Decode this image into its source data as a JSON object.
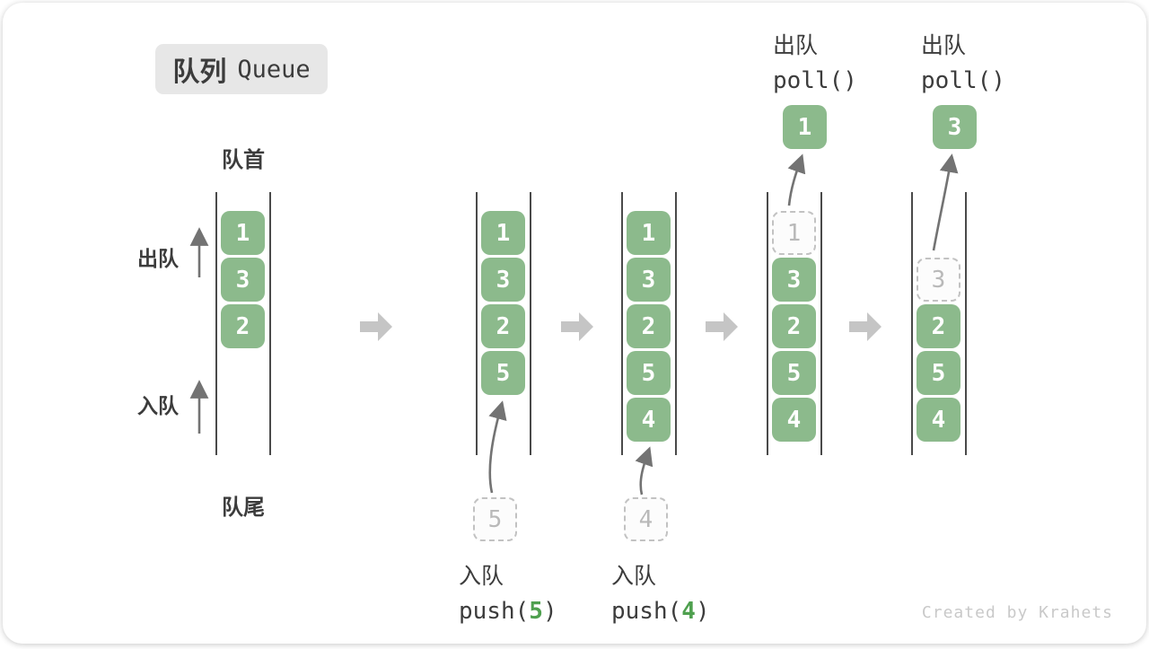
{
  "badge": {
    "zh": "队列",
    "en": "Queue"
  },
  "labels": {
    "front": "队首",
    "rear": "队尾",
    "dequeue_side": "出队",
    "enqueue_side": "入队"
  },
  "columns": [
    {
      "name": "state-initial",
      "slots": [
        {
          "value": "1",
          "style": "solid",
          "row": 0
        },
        {
          "value": "3",
          "style": "solid",
          "row": 1
        },
        {
          "value": "2",
          "style": "solid",
          "row": 2
        }
      ]
    },
    {
      "name": "state-after-push-5",
      "slots": [
        {
          "value": "1",
          "style": "solid",
          "row": 0
        },
        {
          "value": "3",
          "style": "solid",
          "row": 1
        },
        {
          "value": "2",
          "style": "solid",
          "row": 2
        },
        {
          "value": "5",
          "style": "solid",
          "row": 3
        }
      ]
    },
    {
      "name": "state-after-push-4",
      "slots": [
        {
          "value": "1",
          "style": "solid",
          "row": 0
        },
        {
          "value": "3",
          "style": "solid",
          "row": 1
        },
        {
          "value": "2",
          "style": "solid",
          "row": 2
        },
        {
          "value": "5",
          "style": "solid",
          "row": 3
        },
        {
          "value": "4",
          "style": "solid",
          "row": 4
        }
      ]
    },
    {
      "name": "state-after-poll-1",
      "slots": [
        {
          "value": "1",
          "style": "dashed",
          "row": 0
        },
        {
          "value": "3",
          "style": "solid",
          "row": 1
        },
        {
          "value": "2",
          "style": "solid",
          "row": 2
        },
        {
          "value": "5",
          "style": "solid",
          "row": 3
        },
        {
          "value": "4",
          "style": "solid",
          "row": 4
        }
      ]
    },
    {
      "name": "state-after-poll-3",
      "slots": [
        {
          "value": "3",
          "style": "dashed",
          "row": 1
        },
        {
          "value": "2",
          "style": "solid",
          "row": 2
        },
        {
          "value": "5",
          "style": "solid",
          "row": 3
        },
        {
          "value": "4",
          "style": "solid",
          "row": 4
        }
      ]
    }
  ],
  "push_ops": [
    {
      "zh": "入队",
      "code_pre": "push(",
      "arg": "5",
      "code_post": ")",
      "staging_value": "5"
    },
    {
      "zh": "入队",
      "code_pre": "push(",
      "arg": "4",
      "code_post": ")",
      "staging_value": "4"
    }
  ],
  "poll_ops": [
    {
      "zh": "出队",
      "code": "poll()",
      "result": "1"
    },
    {
      "zh": "出队",
      "code": "poll()",
      "result": "3"
    }
  ],
  "watermark": "Created by Krahets",
  "colors": {
    "box-green": "#8cba8c",
    "code-green": "#4fa04f",
    "text-dark": "#3c3c3c",
    "arrow-gray": "#737373",
    "block-arrow-gray": "#c5c5c5",
    "rail-gray": "#4a4a4a",
    "dashed-border": "#c2c2c2",
    "dashed-text": "#b9b9b9",
    "badge-bg": "#e7e7e7",
    "watermark-gray": "#c9c9c9"
  }
}
